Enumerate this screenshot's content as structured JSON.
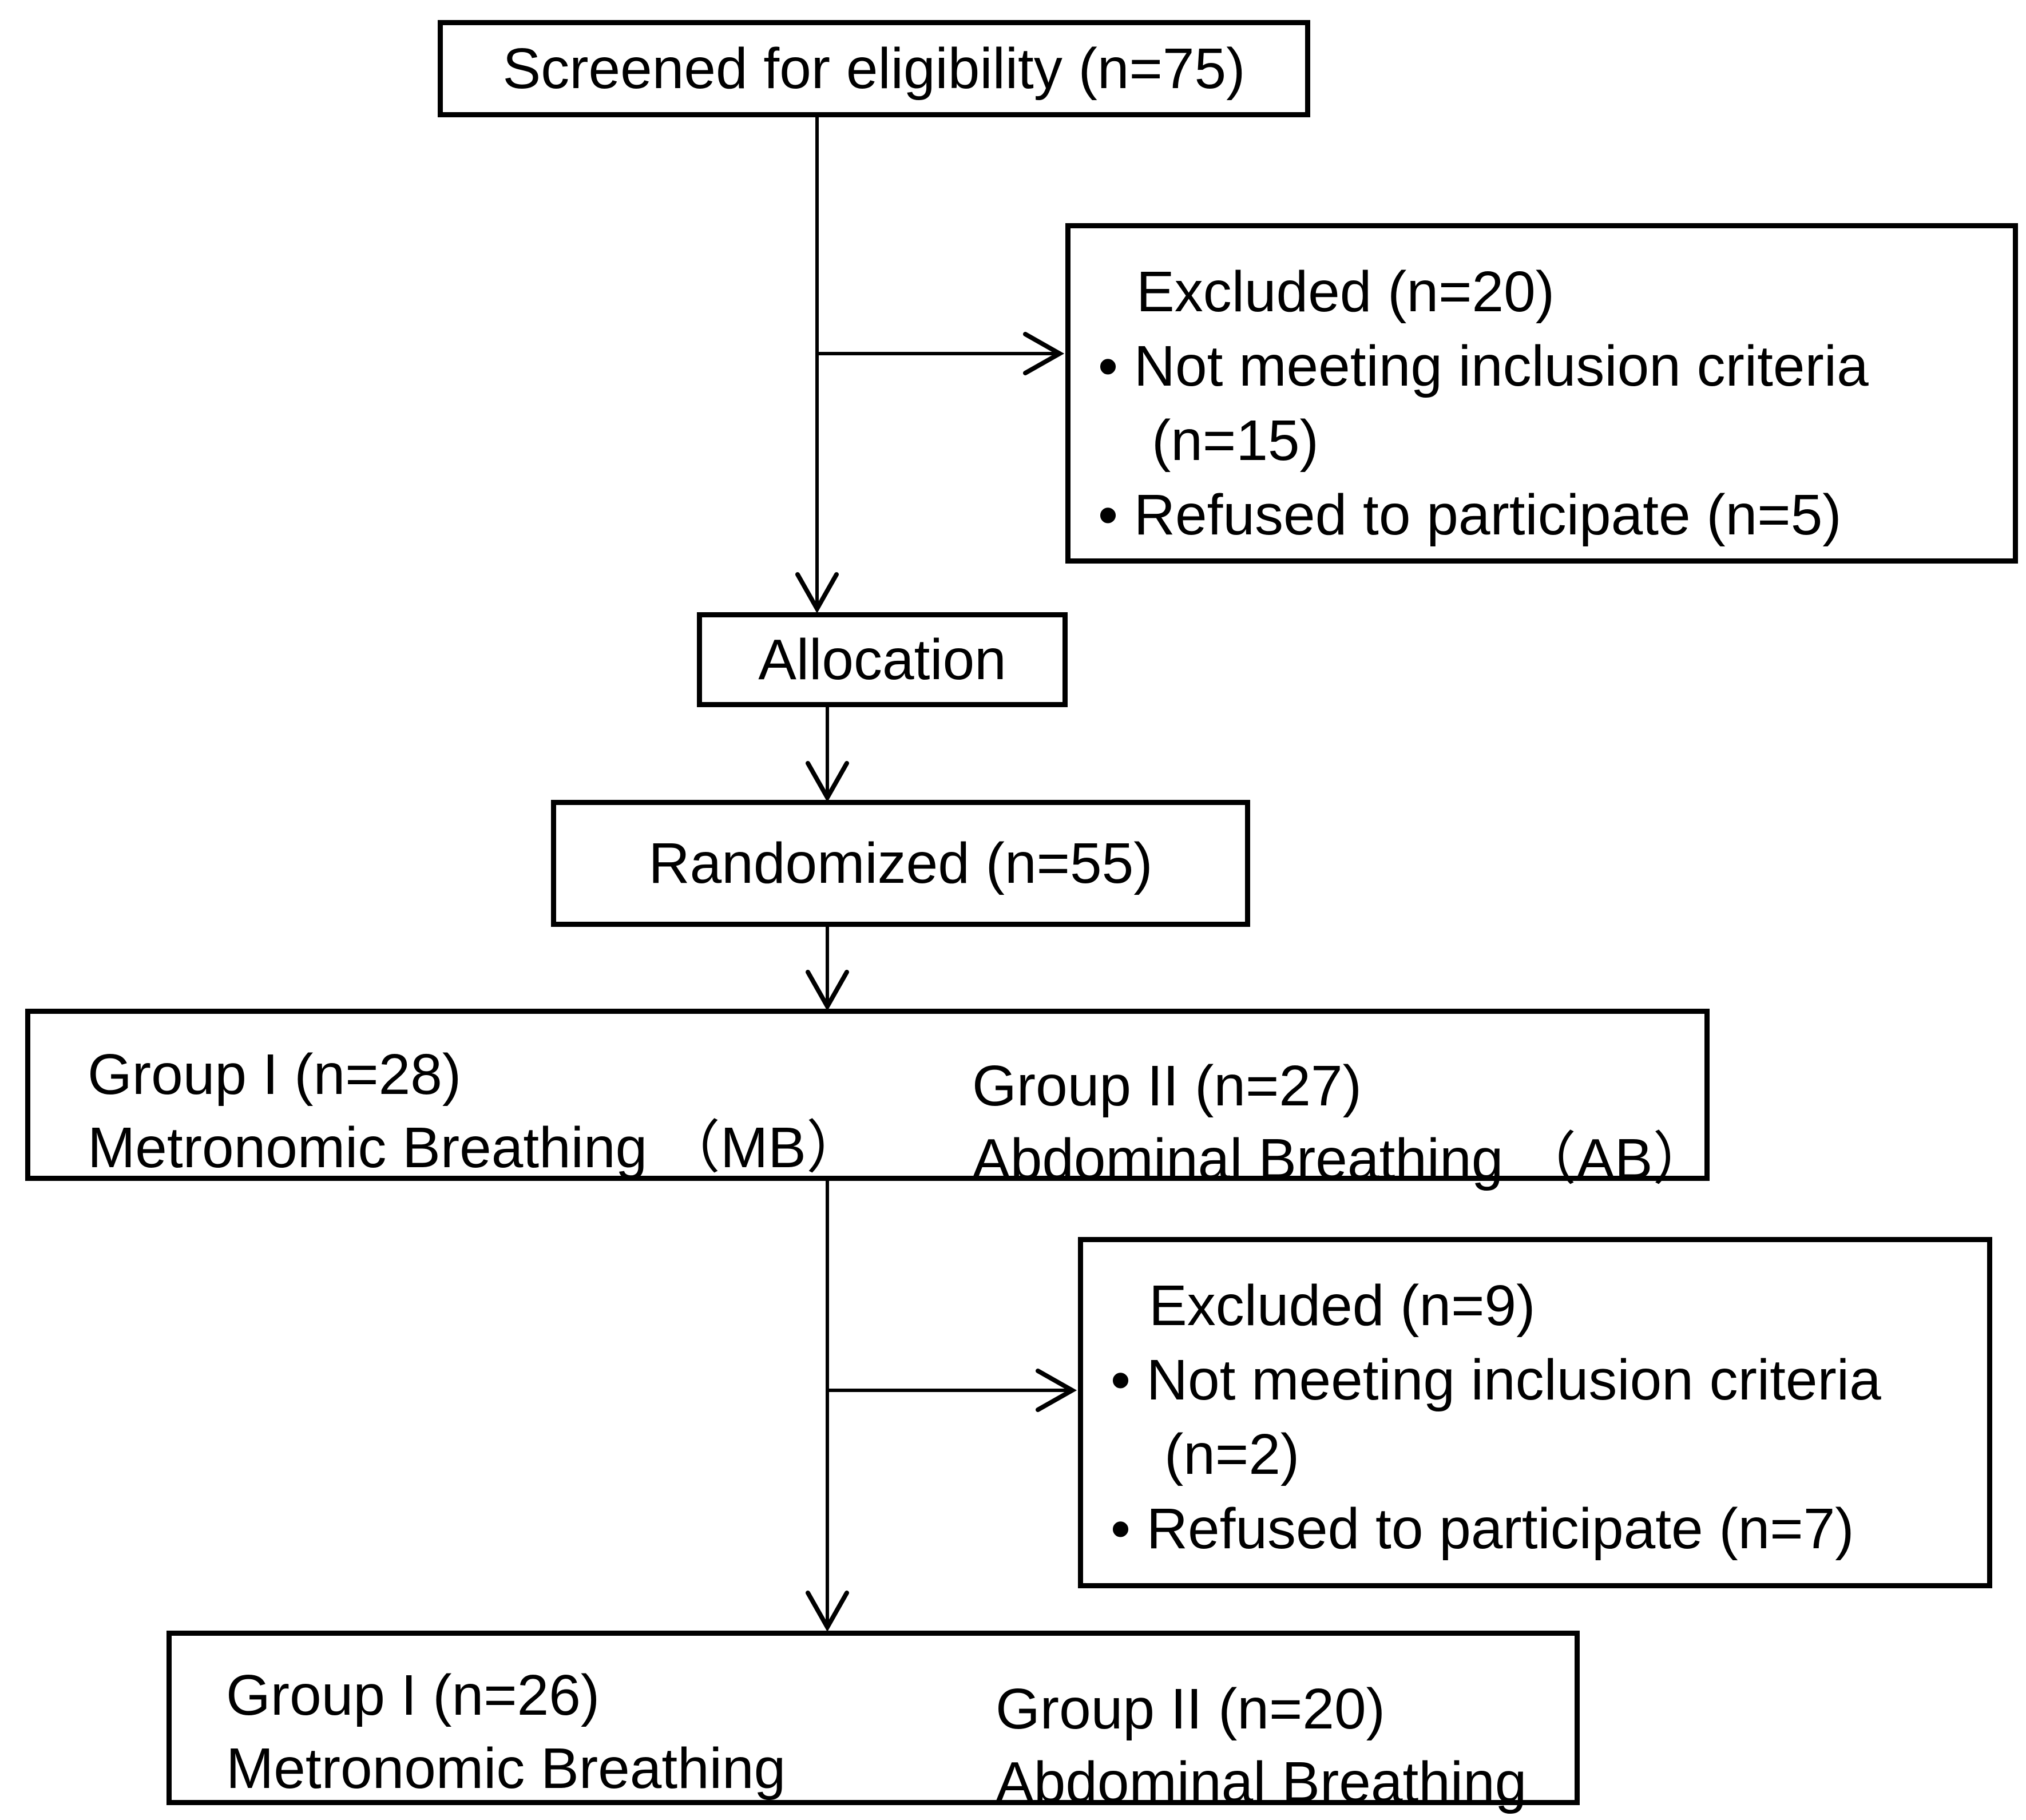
{
  "colors": {
    "background": "#ffffff",
    "line": "#000000",
    "text": "#000000"
  },
  "flow": {
    "screened": {
      "label": "Screened for eligibility (n=75)"
    },
    "excluded_top": {
      "title": "Excluded (n=20)",
      "bullet1": "• Not meeting inclusion criteria",
      "bullet1_cont": "(n=15)",
      "bullet2": "• Refused to participate (n=5)"
    },
    "allocation": {
      "label": "Allocation"
    },
    "randomized": {
      "label": "Randomized (n=55)"
    },
    "allocated": {
      "group1_title": "Group I (n=28)",
      "group1_desc": "Metronomic Breathing （MB）",
      "group2_title": "Group II (n=27)",
      "group2_desc": "Abdominal Breathing （AB）"
    },
    "excluded_bottom": {
      "title": "Excluded (n=9)",
      "bullet1": "• Not meeting inclusion criteria",
      "bullet1_cont": "(n=2)",
      "bullet2": "• Refused to participate (n=7)"
    },
    "final": {
      "group1_title": "Group I (n=26)",
      "group1_desc": "Metronomic Breathing",
      "group2_title": "Group II (n=20)",
      "group2_desc": "Abdominal Breathing"
    }
  }
}
